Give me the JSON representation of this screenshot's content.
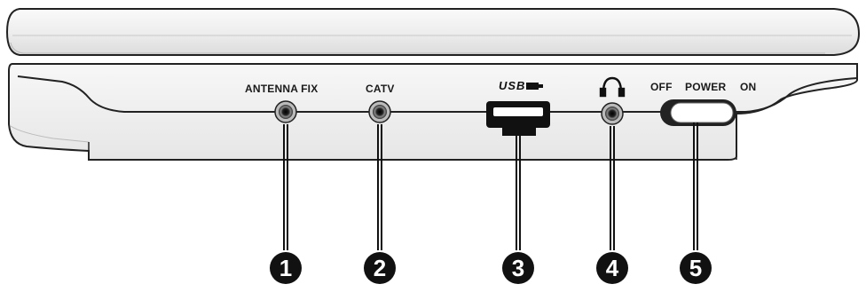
{
  "ports": [
    {
      "number": "1",
      "label": "ANTENNA FIX"
    },
    {
      "number": "2",
      "label": "CATV"
    },
    {
      "number": "3",
      "label": "USB"
    },
    {
      "number": "4",
      "label": "headphone"
    },
    {
      "number": "5",
      "label": "POWER"
    }
  ],
  "power_switch": {
    "off_label": "OFF",
    "title": "POWER",
    "on_label": "ON"
  },
  "icons": {
    "usb": "usb-icon",
    "headphone": "headphone-icon"
  },
  "colors": {
    "device_body": "#f4f4f4",
    "outline": "#222222",
    "callout": "#111111"
  }
}
